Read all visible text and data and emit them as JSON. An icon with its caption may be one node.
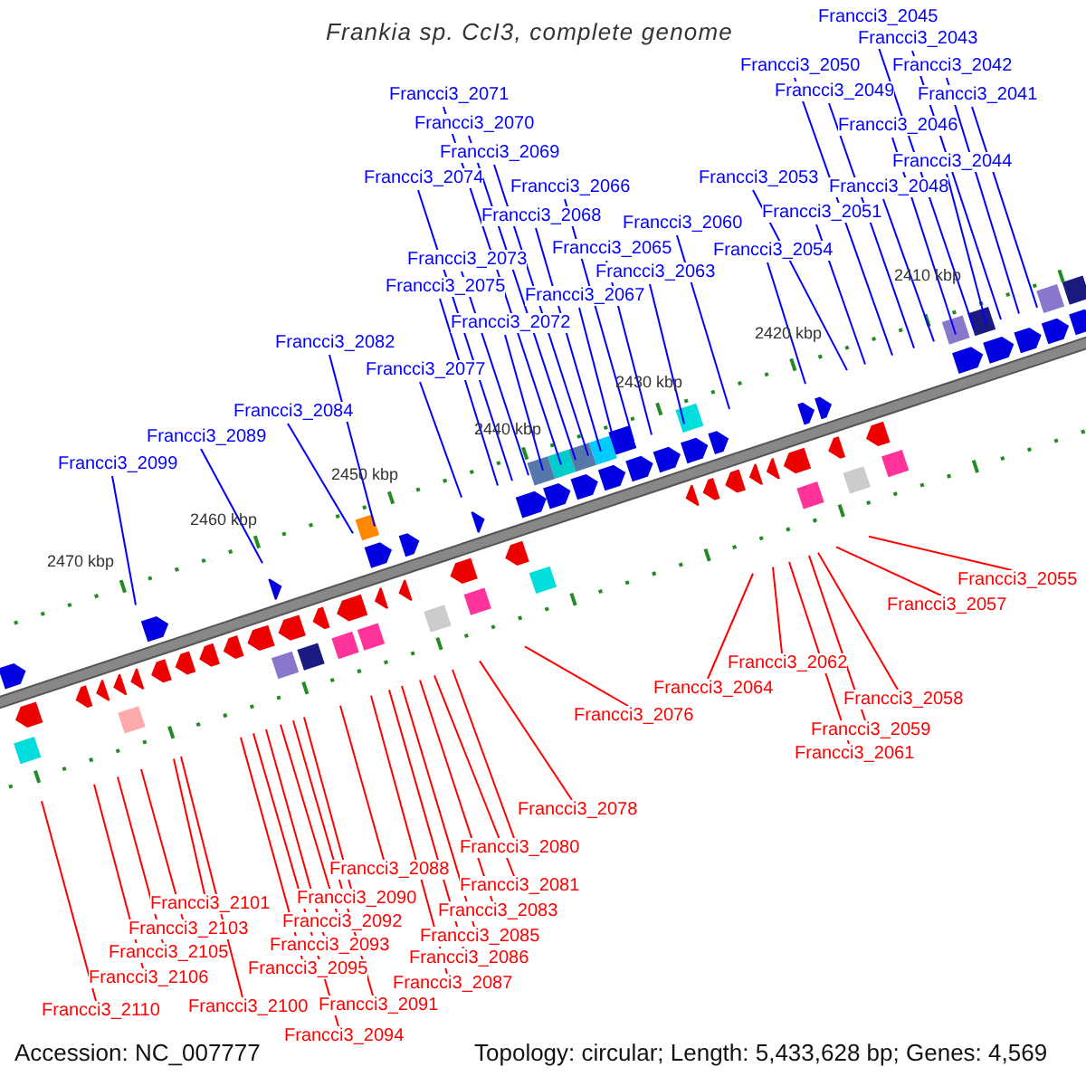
{
  "diagram": {
    "title": "Frankia sp. CcI3, complete genome",
    "nodes": [
      {
        "text": [
          "Francci3_2045"
        ]
      },
      {
        "text": [
          "Francci3_2043"
        ]
      },
      {
        "text": [
          "Francci3_2050"
        ]
      },
      {
        "text": [
          "Francci3_2042"
        ]
      },
      {
        "text": [
          "Francci3_2049"
        ]
      },
      {
        "text": [
          "Francci3_2071"
        ]
      },
      {
        "text": [
          "Francci3_2041"
        ]
      },
      {
        "text": [
          "Francci3_2070"
        ]
      },
      {
        "text": [
          "Francci3_2046"
        ]
      },
      {
        "text": [
          "Francci3_2069"
        ]
      },
      {
        "text": [
          "Francci3_2044"
        ]
      },
      {
        "text": [
          "Francci3_2074"
        ]
      },
      {
        "text": [
          "Francci3_2053"
        ]
      },
      {
        "text": [
          "Francci3_2066"
        ]
      },
      {
        "text": [
          "Francci3_2048"
        ]
      },
      {
        "text": [
          "Francci3_2051"
        ]
      },
      {
        "text": [
          "Francci3_2068"
        ]
      },
      {
        "text": [
          "Francci3_2060"
        ]
      },
      {
        "text": [
          "Francci3_2065"
        ]
      },
      {
        "text": [
          "Francci3_2054"
        ]
      },
      {
        "text": [
          "Francci3_2073"
        ]
      },
      {
        "text": [
          "Francci3_2063"
        ]
      },
      {
        "text": [
          "Francci3_2075"
        ]
      },
      {
        "text": [
          "Francci3_2067"
        ]
      },
      {
        "text": [
          "Francci3_2072"
        ]
      },
      {
        "text": [
          "Francci3_2082"
        ]
      },
      {
        "text": [
          "Francci3_2077"
        ]
      },
      {
        "text": [
          "Francci3_2084"
        ]
      },
      {
        "text": [
          "Francci3_2089"
        ]
      },
      {
        "text": [
          "Francci3_2099"
        ]
      },
      {
        "text": [
          "Francci3_2055"
        ]
      },
      {
        "text": [
          "Francci3_2057"
        ]
      },
      {
        "text": [
          "Francci3_2062"
        ]
      },
      {
        "text": [
          "Francci3_2064"
        ]
      },
      {
        "text": [
          "Francci3_2058"
        ]
      },
      {
        "text": [
          "Francci3_2076"
        ]
      },
      {
        "text": [
          "Francci3_2059"
        ]
      },
      {
        "text": [
          "Francci3_2061"
        ]
      },
      {
        "text": [
          "Francci3_2078"
        ]
      },
      {
        "text": [
          "Francci3_2080"
        ]
      },
      {
        "text": [
          "Francci3_2088"
        ]
      },
      {
        "text": [
          "Francci3_2081"
        ]
      },
      {
        "text": [
          "Francci3_2090"
        ]
      },
      {
        "text": [
          "Francci3_2101"
        ]
      },
      {
        "text": [
          "Francci3_2083"
        ]
      },
      {
        "text": [
          "Francci3_2092"
        ]
      },
      {
        "text": [
          "Francci3_2103"
        ]
      },
      {
        "text": [
          "Francci3_2085"
        ]
      },
      {
        "text": [
          "Francci3_2093"
        ]
      },
      {
        "text": [
          "Francci3_2105"
        ]
      },
      {
        "text": [
          "Francci3_2086"
        ]
      },
      {
        "text": [
          "Francci3_2095"
        ]
      },
      {
        "text": [
          "Francci3_2106"
        ]
      },
      {
        "text": [
          "Francci3_2087"
        ]
      },
      {
        "text": [
          "Francci3_2091"
        ]
      },
      {
        "text": [
          "Francci3_2100"
        ]
      },
      {
        "text": [
          "Francci3_2110"
        ]
      },
      {
        "text": [
          "Francci3_2094"
        ]
      }
    ],
    "edges": [
      {
        "from": 0,
        "to": null,
        "arrow": "none"
      },
      {
        "from": 1,
        "to": null,
        "arrow": "none"
      },
      {
        "from": 2,
        "to": null,
        "arrow": "none"
      },
      {
        "from": 3,
        "to": null,
        "arrow": "none"
      },
      {
        "from": 4,
        "to": null,
        "arrow": "none"
      },
      {
        "from": 5,
        "to": null,
        "arrow": "none"
      },
      {
        "from": 6,
        "to": null,
        "arrow": "none"
      },
      {
        "from": 7,
        "to": null,
        "arrow": "none"
      },
      {
        "from": 8,
        "to": null,
        "arrow": "none"
      },
      {
        "from": 9,
        "to": null,
        "arrow": "none"
      },
      {
        "from": 10,
        "to": null,
        "arrow": "none"
      },
      {
        "from": 11,
        "to": null,
        "arrow": "none"
      },
      {
        "from": 12,
        "to": null,
        "arrow": "none"
      },
      {
        "from": 13,
        "to": null,
        "arrow": "none"
      },
      {
        "from": 14,
        "to": null,
        "arrow": "none"
      },
      {
        "from": 15,
        "to": null,
        "arrow": "none"
      },
      {
        "from": 16,
        "to": null,
        "arrow": "none"
      },
      {
        "from": 17,
        "to": null,
        "arrow": "none"
      },
      {
        "from": 18,
        "to": null,
        "arrow": "none"
      },
      {
        "from": 19,
        "to": null,
        "arrow": "none"
      },
      {
        "from": 20,
        "to": null,
        "arrow": "none"
      },
      {
        "from": 21,
        "to": null,
        "arrow": "none"
      },
      {
        "from": 22,
        "to": null,
        "arrow": "none"
      },
      {
        "from": 23,
        "to": null,
        "arrow": "none"
      },
      {
        "from": 24,
        "to": null,
        "arrow": "none"
      },
      {
        "from": 25,
        "to": null,
        "arrow": "none"
      },
      {
        "from": 26,
        "to": null,
        "arrow": "none"
      },
      {
        "from": 27,
        "to": null,
        "arrow": "none"
      },
      {
        "from": 28,
        "to": null,
        "arrow": "none"
      },
      {
        "from": 29,
        "to": null,
        "arrow": "none"
      },
      {
        "from": 30,
        "to": null,
        "arrow": "none",
        "color": "#ff0000"
      },
      {
        "from": 31,
        "to": null,
        "arrow": "none",
        "color": "#ff0000"
      },
      {
        "from": 32,
        "to": null,
        "arrow": "none",
        "color": "#ff0000"
      },
      {
        "from": 33,
        "to": null,
        "arrow": "none",
        "color": "#ff0000"
      },
      {
        "from": 34,
        "to": null,
        "arrow": "none",
        "color": "#ff0000"
      },
      {
        "from": 35,
        "to": null,
        "arrow": "none",
        "color": "#ff0000"
      },
      {
        "from": 36,
        "to": null,
        "arrow": "none",
        "color": "#ff0000"
      },
      {
        "from": 37,
        "to": null,
        "arrow": "none",
        "color": "#ff0000"
      },
      {
        "from": 38,
        "to": null,
        "arrow": "none",
        "color": "#ff0000"
      },
      {
        "from": 39,
        "to": null,
        "arrow": "none",
        "color": "#ff0000"
      },
      {
        "from": 40,
        "to": null,
        "arrow": "none",
        "color": "#ff0000"
      },
      {
        "from": 41,
        "to": null,
        "arrow": "none",
        "color": "#ff0000"
      },
      {
        "from": 42,
        "to": null,
        "arrow": "none",
        "color": "#ff0000"
      },
      {
        "from": 43,
        "to": null,
        "arrow": "none",
        "color": "#ff0000"
      },
      {
        "from": 44,
        "to": null,
        "arrow": "none",
        "color": "#ff0000"
      },
      {
        "from": 45,
        "to": null,
        "arrow": "none",
        "color": "#ff0000"
      },
      {
        "from": 46,
        "to": null,
        "arrow": "none",
        "color": "#ff0000"
      },
      {
        "from": 47,
        "to": null,
        "arrow": "none",
        "color": "#ff0000"
      },
      {
        "from": 48,
        "to": null,
        "arrow": "none",
        "color": "#ff0000"
      },
      {
        "from": 49,
        "to": null,
        "arrow": "none",
        "color": "#ff0000"
      },
      {
        "from": 50,
        "to": null,
        "arrow": "none",
        "color": "#ff0000"
      },
      {
        "from": 51,
        "to": null,
        "arrow": "none",
        "color": "#ff0000"
      },
      {
        "from": 52,
        "to": null,
        "arrow": "none",
        "color": "#ff0000"
      },
      {
        "from": 53,
        "to": null,
        "arrow": "none",
        "color": "#ff0000"
      },
      {
        "from": 54,
        "to": null,
        "arrow": "none",
        "color": "#ff0000"
      },
      {
        "from": 55,
        "to": null,
        "arrow": "none",
        "color": "#ff0000"
      },
      {
        "from": 56,
        "to": null,
        "arrow": "none",
        "color": "#ff0000"
      },
      {
        "from": 57,
        "to": null,
        "arrow": "none",
        "color": "#ff0000"
      }
    ],
    "labels": [
      "2410 kbp",
      "2420 kbp",
      "2430 kbp",
      "2440 kbp",
      "2450 kbp",
      "2460 kbp",
      "2470 kbp",
      "Accession: NC_007777",
      "Topology: circular; Length: 5,433,628 bp; Genes: 4,569"
    ]
  }
}
